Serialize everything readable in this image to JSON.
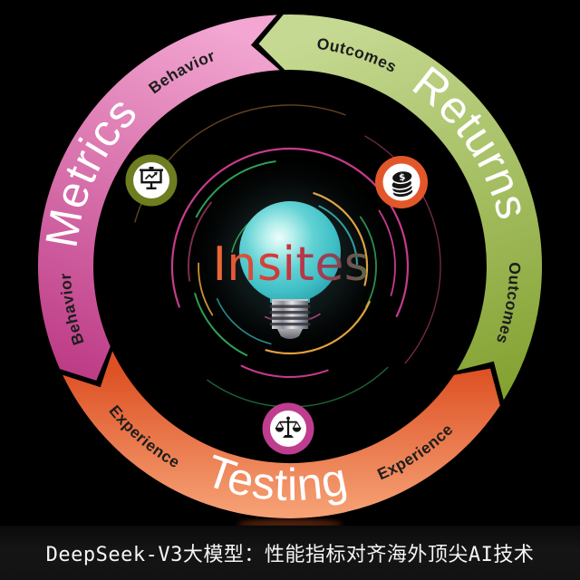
{
  "graphic": {
    "center_label": "Insites",
    "center_label_gradient": [
      "#ed6a38",
      "#dd4632",
      "#c63340",
      "#a63a52",
      "#7c4a50",
      "#5c684a"
    ],
    "bulb_color": "#4cc5cb",
    "segments": [
      {
        "id": "metrics",
        "label": "Metrics",
        "sublabels": [
          "Behavior",
          "Behavior"
        ],
        "color_top": "#f2a6d1",
        "color_bottom": "#b93380"
      },
      {
        "id": "returns",
        "label": "Returns",
        "sublabels": [
          "Outcomes",
          "Outcomes"
        ],
        "color_top": "#c6d992",
        "color_bottom": "#83a231"
      },
      {
        "id": "testing",
        "label": "Testing",
        "sublabels": [
          "Experience",
          "Experience"
        ],
        "color_top": "#dd5124",
        "color_bottom": "#f8a87c"
      }
    ],
    "badges": [
      {
        "icon": "presentation-chart-icon",
        "color": "#6e7d20"
      },
      {
        "icon": "coins-icon",
        "color": "#e2572a",
        "symbol": "$"
      },
      {
        "icon": "scales-icon",
        "color": "#bf3d8e"
      }
    ]
  },
  "caption": {
    "text": "DeepSeek-V3大模型：性能指标对齐海外顶尖AI技术"
  }
}
